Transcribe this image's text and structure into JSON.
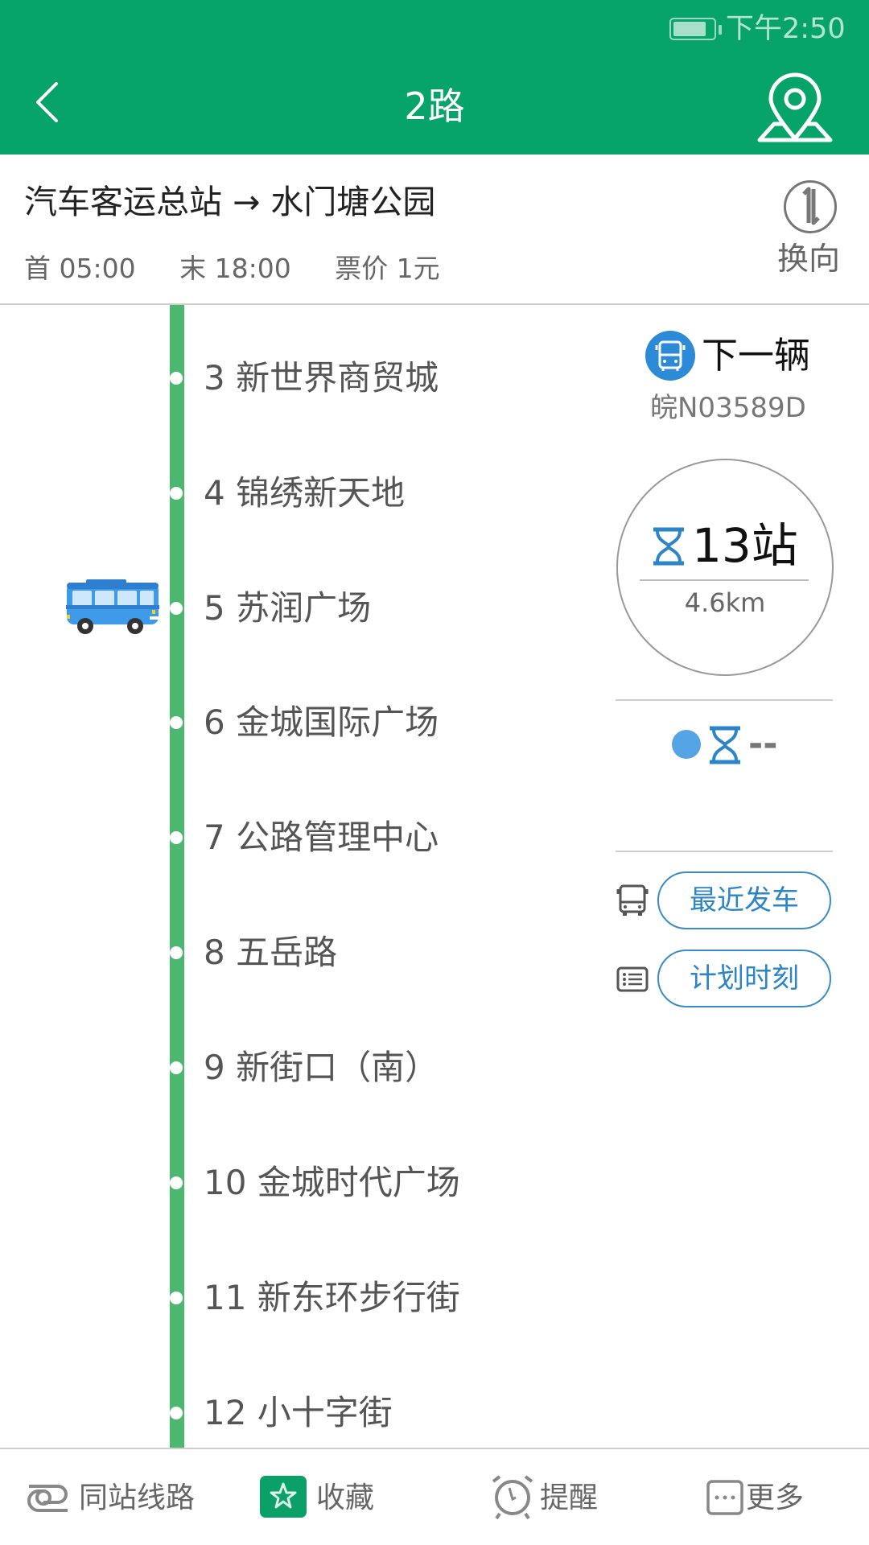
{
  "status_bar": {
    "battery_icon": "battery-icon",
    "time": "下午2:50"
  },
  "header": {
    "back_icon": "chevron-left-icon",
    "title": "2路",
    "map_icon": "map-pin-icon",
    "background_color": "#06a468"
  },
  "route": {
    "direction": "汽车客运总站 → 水门塘公园",
    "first_bus": "首 05:00",
    "last_bus": "末 18:00",
    "fare": "票价 1元",
    "swap_icon": "swap-vertical-icon",
    "swap_label": "换向"
  },
  "stations": [
    {
      "label": "3 新世界商贸城"
    },
    {
      "label": "4 锦绣新天地"
    },
    {
      "label": "5 苏润广场",
      "has_bus": true
    },
    {
      "label": "6 金城国际广场"
    },
    {
      "label": "7 公路管理中心"
    },
    {
      "label": "8 五岳路"
    },
    {
      "label": "9 新街口（南）"
    },
    {
      "label": "10 金城时代广场"
    },
    {
      "label": "11 新东环步行街"
    },
    {
      "label": "12 小十字街"
    }
  ],
  "line_color": "#4cb86f",
  "next_bus": {
    "icon": "bus-circle-icon",
    "label": "下一辆",
    "plate": "皖N03589D",
    "eta_icon": "hourglass-icon",
    "stops_away": "13站",
    "distance": "4.6km"
  },
  "second_bus": {
    "dot_icon": "blue-dot-icon",
    "eta_icon": "hourglass-icon",
    "value": "--"
  },
  "actions": {
    "recent_departure_icon": "bus-outline-icon",
    "recent_departure": "最近发车",
    "schedule_icon": "list-icon",
    "schedule": "计划时刻"
  },
  "bottom_tabs": [
    {
      "icon": "link-icon",
      "label": "同站线路"
    },
    {
      "icon": "star-icon",
      "label": "收藏"
    },
    {
      "icon": "alarm-clock-icon",
      "label": "提醒"
    },
    {
      "icon": "more-icon",
      "label": "更多"
    }
  ]
}
